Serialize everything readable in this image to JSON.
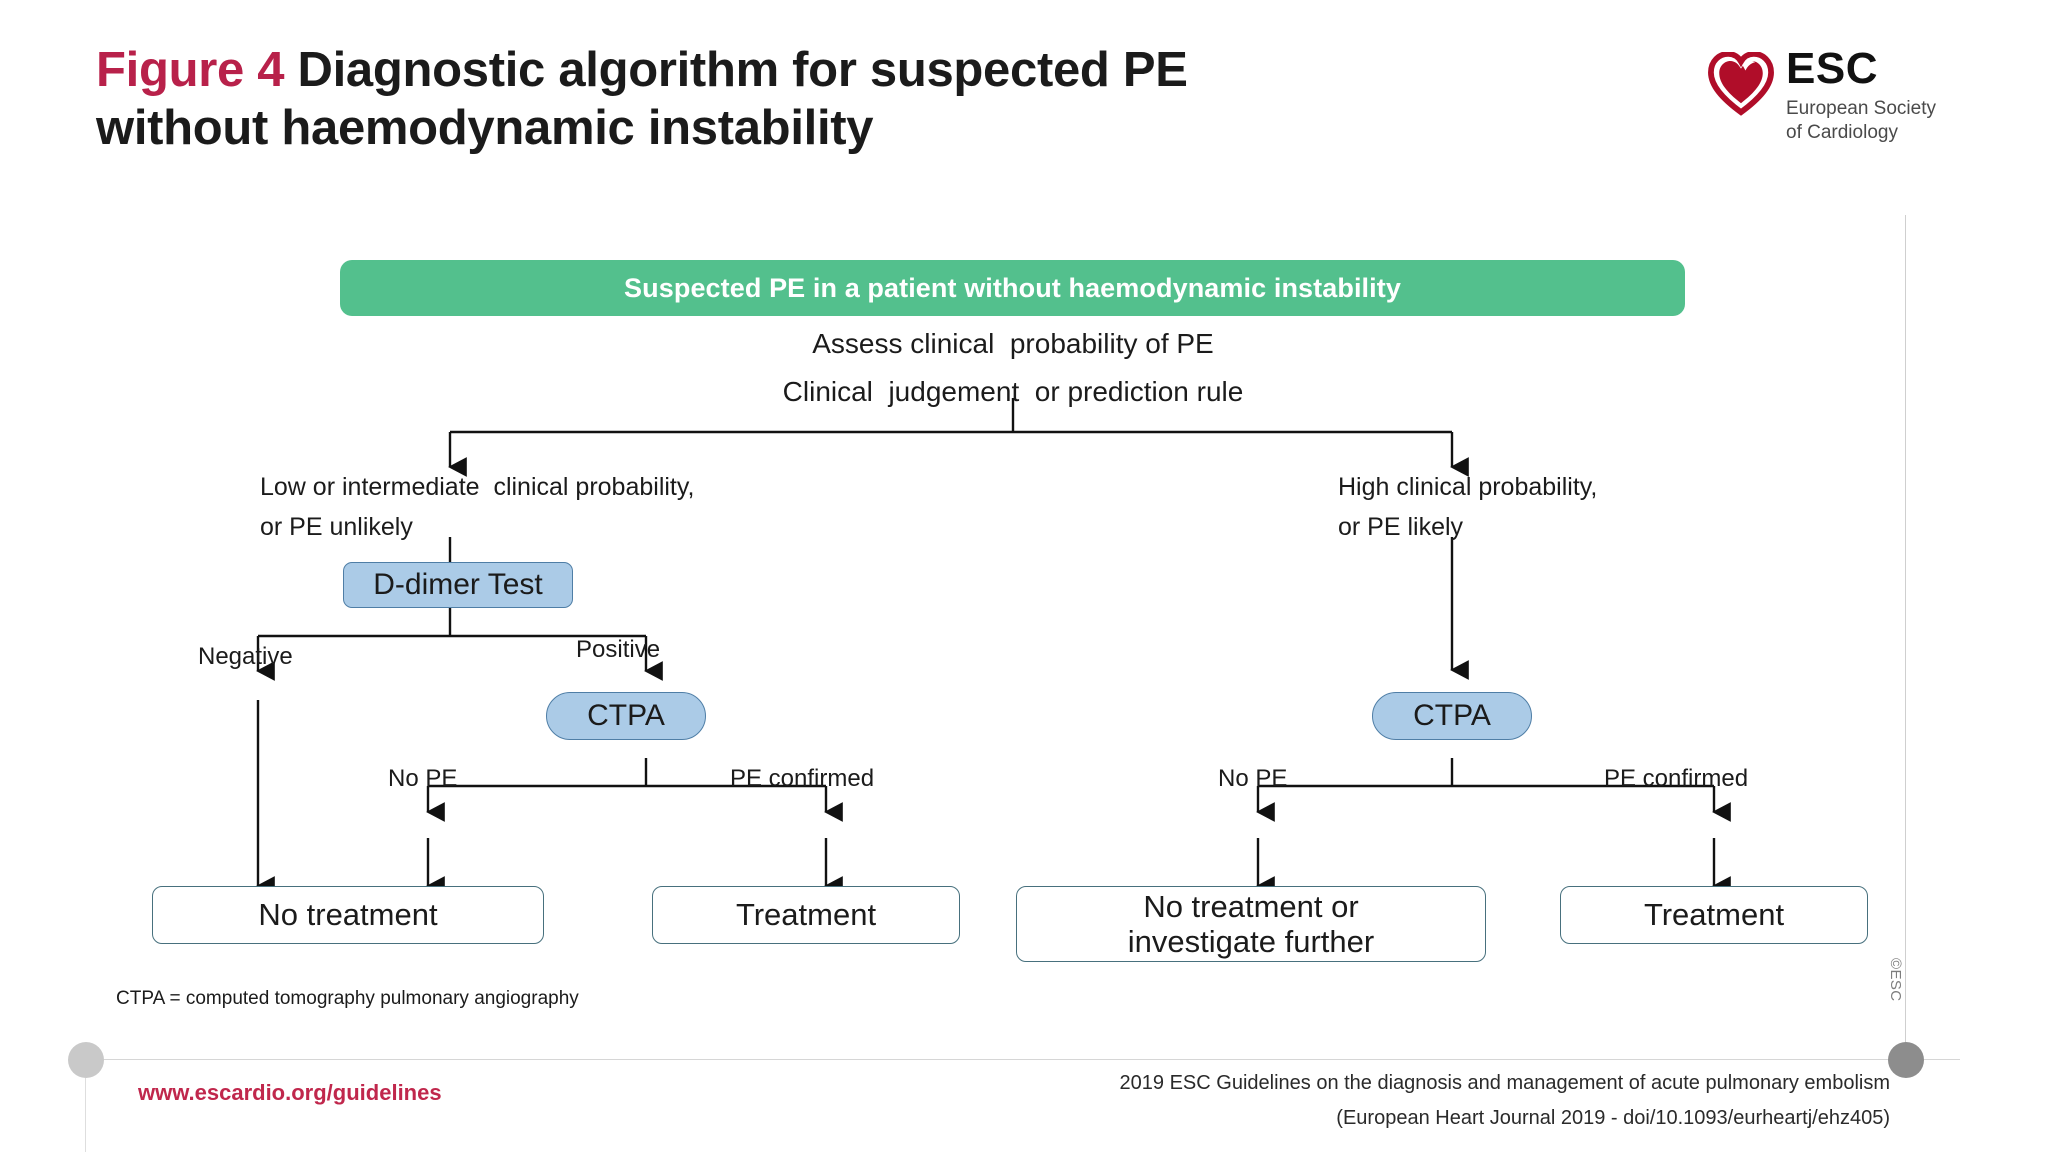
{
  "header": {
    "figure_number": "Figure 4",
    "title_line1": "Diagnostic algorithm for suspected PE",
    "title_line2": "without haemodynamic instability",
    "logo": {
      "acronym": "ESC",
      "subtitle_line1": "European Society",
      "subtitle_line2": "of Cardiology"
    }
  },
  "flowchart": {
    "banner": "Suspected PE in a patient without haemodynamic instability",
    "assess_line1": "Assess clinical  probability of PE",
    "assess_line2": "Clinical  judgement  or prediction rule",
    "left_branch": {
      "condition_line1": "Low or intermediate  clinical probability,",
      "condition_line2": "or PE unlikely",
      "test_node": "D-dimer Test",
      "negative_label": "Negative",
      "positive_label": "Positive",
      "imaging_node": "CTPA",
      "no_pe_label": "No PE",
      "pe_confirmed_label": "PE confirmed",
      "outcome_no_treatment": "No treatment",
      "outcome_treatment": "Treatment"
    },
    "right_branch": {
      "condition_line1": "High clinical probability,",
      "condition_line2": "or PE likely",
      "imaging_node": "CTPA",
      "no_pe_label": "No PE",
      "pe_confirmed_label": "PE confirmed",
      "outcome_no_treatment_line1": "No treatment or",
      "outcome_no_treatment_line2": "investigate further",
      "outcome_treatment": "Treatment"
    },
    "abbreviation_note": "CTPA = computed tomography pulmonary angiography"
  },
  "footer": {
    "url": "www.escardio.org/guidelines",
    "reference_line1": "2019  ESC Guidelines on the diagnosis and management of acute pulmonary embolism",
    "reference_line2": "(European Heart Journal 2019 -  doi/10.1093/eurheartj/ehz405)",
    "copyright": "©ESC"
  },
  "colors": {
    "figure_number_red": "#b8214a",
    "banner_green": "#53c08d",
    "node_blue_fill": "#abcbe7",
    "node_blue_border": "#4f7ea6",
    "outcome_border": "#47707d",
    "footer_url_red": "#c0274c",
    "logo_heart_red": "#b00d29"
  },
  "icons": {
    "heart": "heart-icon",
    "arrow": "arrow-down-icon"
  }
}
